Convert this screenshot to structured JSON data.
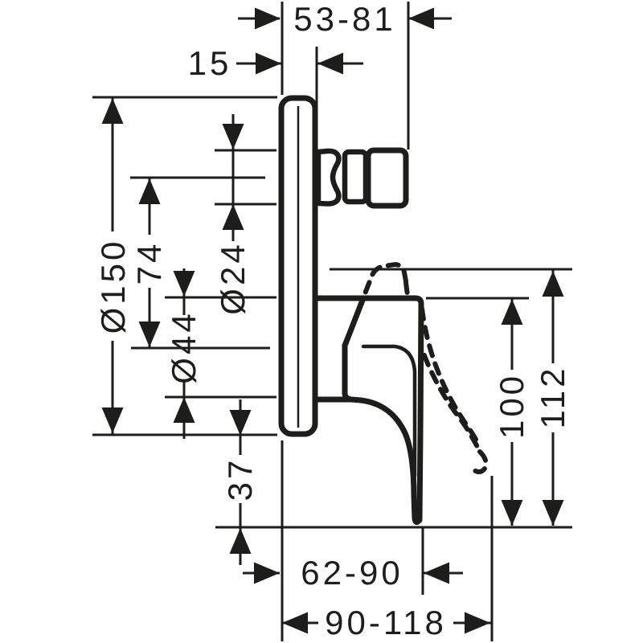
{
  "meta": {
    "drawing_type": "technical dimension drawing (side view, concealed single-lever mixer)",
    "background_color": "#ffffff",
    "line_color": "#1d1d1b"
  },
  "dimension_labels": {
    "depth_range": "53-81",
    "plate_thickness": "15",
    "plate_diameter": "Ø150",
    "axis_distance": "74",
    "spindle_diameter": "Ø24",
    "hub_diameter": "Ø44",
    "bottom_offset": "37",
    "lever_height": "100",
    "overall_height": "112",
    "reach_range_inner": "62-90",
    "reach_range_outer": "90-118"
  }
}
